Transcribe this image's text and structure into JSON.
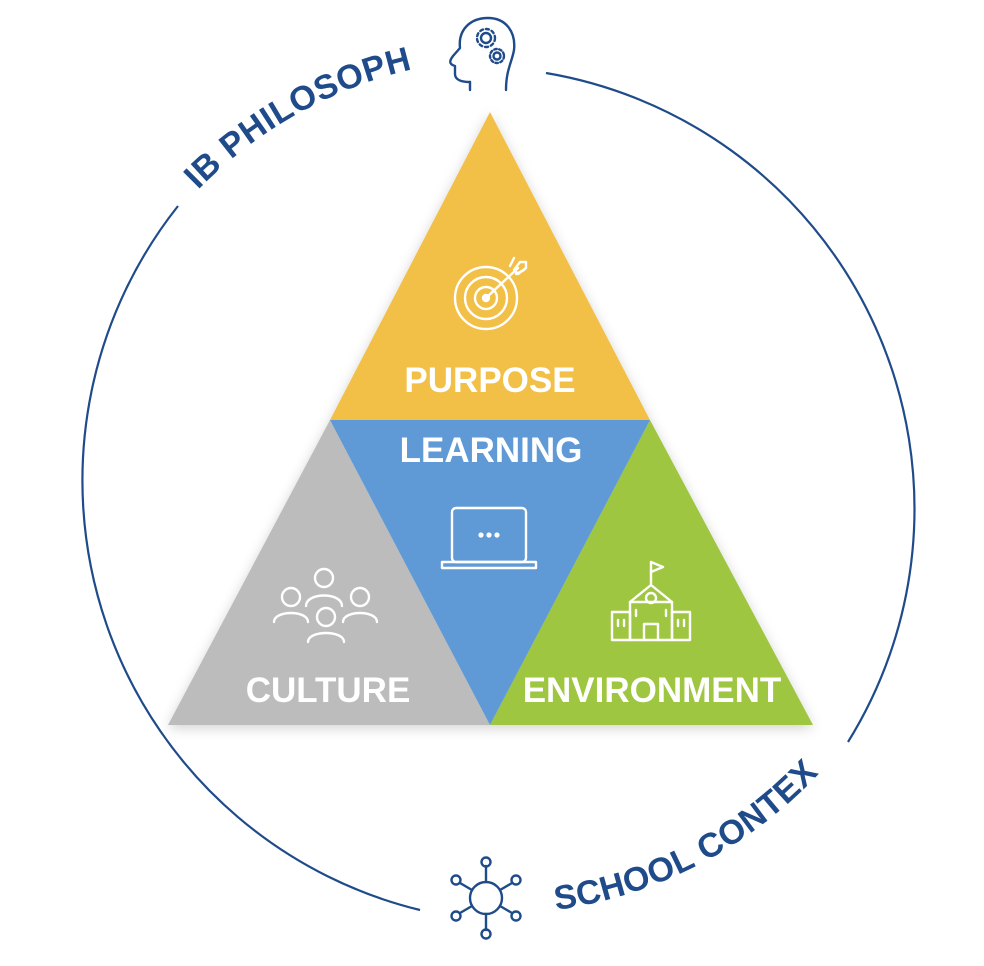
{
  "diagram": {
    "ring": {
      "top_label": "IB PHILOSOPHY",
      "bottom_label": "SCHOOL CONTEXT",
      "color": "#1f4b8a",
      "top_icon": "head-gears-icon",
      "bottom_icon": "network-icon"
    },
    "triangles": {
      "purpose": {
        "label": "PURPOSE",
        "color": "#f2bf47",
        "icon": "target-arrow-icon"
      },
      "learning": {
        "label": "LEARNING",
        "color": "#5f9ad6",
        "icon": "laptop-icon"
      },
      "culture": {
        "label": "CULTURE",
        "color": "#bcbcbc",
        "icon": "people-group-icon"
      },
      "environment": {
        "label": "ENVIRONMENT",
        "color": "#9ec63f",
        "icon": "school-building-icon"
      }
    }
  }
}
